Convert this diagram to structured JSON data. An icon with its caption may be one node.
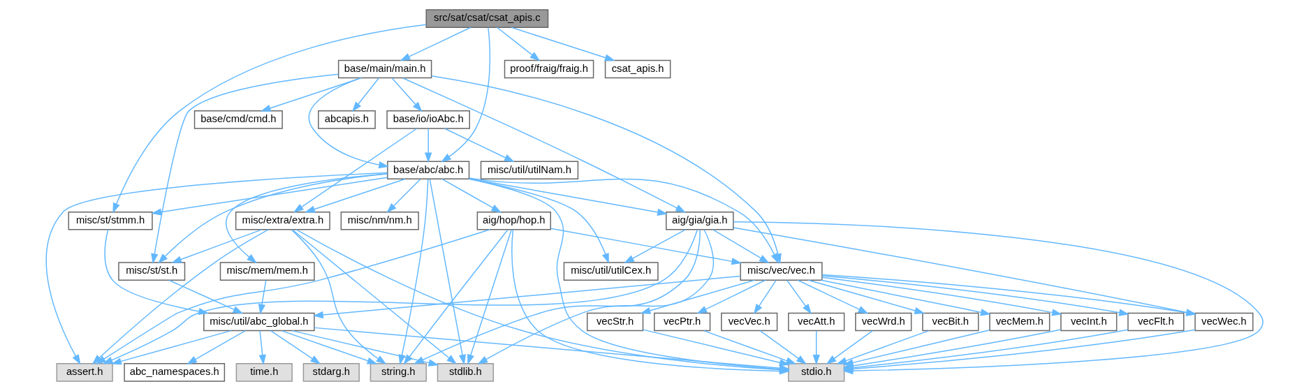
{
  "diagram": {
    "nodes": [
      {
        "text": [
          "src/sat/csat/csat_apis.c"
        ]
      },
      {
        "text": [
          "base/main/main.h"
        ]
      },
      {
        "text": [
          "proof/fraig/fraig.h"
        ]
      },
      {
        "text": [
          "csat_apis.h"
        ]
      },
      {
        "text": [
          "base/io/ioAbc.h"
        ]
      },
      {
        "text": [
          "abcapis.h"
        ]
      },
      {
        "text": [
          "base/cmd/cmd.h"
        ]
      },
      {
        "text": [
          "misc/util/utilNam.h"
        ]
      },
      {
        "text": [
          "base/abc/abc.h"
        ]
      },
      {
        "text": [
          "misc/extra/extra.h"
        ]
      },
      {
        "text": [
          "misc/nm/nm.h"
        ]
      },
      {
        "text": [
          "misc/st/stmm.h"
        ]
      },
      {
        "text": [
          "aig/hop/hop.h"
        ]
      },
      {
        "text": [
          "aig/gia/gia.h"
        ]
      },
      {
        "text": [
          "misc/st/st.h"
        ]
      },
      {
        "text": [
          "misc/mem/mem.h"
        ]
      },
      {
        "text": [
          "misc/util/utilCex.h"
        ]
      },
      {
        "text": [
          "misc/vec/vec.h"
        ]
      },
      {
        "text": [
          "misc/util/abc_global.h"
        ]
      },
      {
        "text": [
          "vecMem.h"
        ]
      },
      {
        "text": [
          "vecInt.h"
        ]
      },
      {
        "text": [
          "vecFlt.h"
        ]
      },
      {
        "text": [
          "vecStr.h"
        ]
      },
      {
        "text": [
          "vecPtr.h"
        ]
      },
      {
        "text": [
          "vecVec.h"
        ]
      },
      {
        "text": [
          "vecAtt.h"
        ]
      },
      {
        "text": [
          "vecWrd.h"
        ]
      },
      {
        "text": [
          "vecBit.h"
        ]
      },
      {
        "text": [
          "vecWec.h"
        ]
      },
      {
        "text": [
          "string.h"
        ]
      },
      {
        "text": [
          "assert.h"
        ]
      },
      {
        "text": [
          "time.h"
        ]
      },
      {
        "text": [
          "stdarg.h"
        ]
      },
      {
        "text": [
          "abc_namespaces.h"
        ]
      },
      {
        "text": [
          "stdlib.h"
        ]
      },
      {
        "text": [
          "stdio.h"
        ]
      }
    ],
    "edges": [
      {
        "from": 0,
        "to": 1,
        "arrow": "to"
      },
      {
        "from": 0,
        "to": 8,
        "arrow": "to"
      },
      {
        "from": 0,
        "to": 2,
        "arrow": "to"
      },
      {
        "from": 0,
        "to": 3,
        "arrow": "to"
      },
      {
        "from": 0,
        "to": 11,
        "arrow": "to"
      },
      {
        "from": 1,
        "to": 4,
        "arrow": "to"
      },
      {
        "from": 1,
        "to": 5,
        "arrow": "to"
      },
      {
        "from": 1,
        "to": 6,
        "arrow": "to"
      },
      {
        "from": 1,
        "to": 8,
        "arrow": "to"
      },
      {
        "from": 1,
        "to": 14,
        "arrow": "to"
      },
      {
        "from": 1,
        "to": 13,
        "arrow": "to"
      },
      {
        "from": 1,
        "to": 17,
        "arrow": "to"
      },
      {
        "from": 4,
        "to": 7,
        "arrow": "to"
      },
      {
        "from": 4,
        "to": 8,
        "arrow": "to"
      },
      {
        "from": 4,
        "to": 9,
        "arrow": "to"
      },
      {
        "from": 8,
        "to": 29,
        "arrow": "to"
      },
      {
        "from": 8,
        "to": 30,
        "arrow": "to"
      },
      {
        "from": 8,
        "to": 9,
        "arrow": "to"
      },
      {
        "from": 8,
        "to": 10,
        "arrow": "to"
      },
      {
        "from": 8,
        "to": 14,
        "arrow": "to"
      },
      {
        "from": 8,
        "to": 15,
        "arrow": "to"
      },
      {
        "from": 8,
        "to": 11,
        "arrow": "to"
      },
      {
        "from": 8,
        "to": 12,
        "arrow": "to"
      },
      {
        "from": 8,
        "to": 34,
        "arrow": "to"
      },
      {
        "from": 8,
        "to": 35,
        "arrow": "to"
      },
      {
        "from": 8,
        "to": 16,
        "arrow": "to"
      },
      {
        "from": 8,
        "to": 13,
        "arrow": "to"
      },
      {
        "from": 8,
        "to": 17,
        "arrow": "to"
      },
      {
        "from": 9,
        "to": 14,
        "arrow": "to"
      },
      {
        "from": 9,
        "to": 29,
        "arrow": "to"
      },
      {
        "from": 9,
        "to": 30,
        "arrow": "to"
      },
      {
        "from": 9,
        "to": 34,
        "arrow": "to"
      },
      {
        "from": 9,
        "to": 35,
        "arrow": "to"
      },
      {
        "from": 11,
        "to": 18,
        "arrow": "to"
      },
      {
        "from": 12,
        "to": 29,
        "arrow": "to"
      },
      {
        "from": 12,
        "to": 30,
        "arrow": "to"
      },
      {
        "from": 12,
        "to": 34,
        "arrow": "to"
      },
      {
        "from": 12,
        "to": 35,
        "arrow": "to"
      },
      {
        "from": 12,
        "to": 17,
        "arrow": "to"
      },
      {
        "from": 13,
        "to": 29,
        "arrow": "to"
      },
      {
        "from": 13,
        "to": 30,
        "arrow": "to"
      },
      {
        "from": 13,
        "to": 34,
        "arrow": "to"
      },
      {
        "from": 13,
        "to": 35,
        "arrow": "to"
      },
      {
        "from": 13,
        "to": 16,
        "arrow": "to"
      },
      {
        "from": 13,
        "to": 17,
        "arrow": "to"
      },
      {
        "from": 13,
        "to": 28,
        "arrow": "to"
      },
      {
        "from": 14,
        "to": 18,
        "arrow": "to"
      },
      {
        "from": 15,
        "to": 18,
        "arrow": "to"
      },
      {
        "from": 17,
        "to": 18,
        "arrow": "to"
      },
      {
        "from": 17,
        "to": 19,
        "arrow": "to"
      },
      {
        "from": 17,
        "to": 20,
        "arrow": "to"
      },
      {
        "from": 17,
        "to": 21,
        "arrow": "to"
      },
      {
        "from": 17,
        "to": 22,
        "arrow": "to"
      },
      {
        "from": 17,
        "to": 23,
        "arrow": "to"
      },
      {
        "from": 17,
        "to": 24,
        "arrow": "to"
      },
      {
        "from": 17,
        "to": 25,
        "arrow": "to"
      },
      {
        "from": 17,
        "to": 26,
        "arrow": "to"
      },
      {
        "from": 17,
        "to": 27,
        "arrow": "to"
      },
      {
        "from": 17,
        "to": 28,
        "arrow": "to"
      },
      {
        "from": 18,
        "to": 29,
        "arrow": "to"
      },
      {
        "from": 18,
        "to": 30,
        "arrow": "to"
      },
      {
        "from": 18,
        "to": 31,
        "arrow": "to"
      },
      {
        "from": 18,
        "to": 32,
        "arrow": "to"
      },
      {
        "from": 18,
        "to": 33,
        "arrow": "to"
      },
      {
        "from": 18,
        "to": 34,
        "arrow": "to"
      },
      {
        "from": 18,
        "to": 35,
        "arrow": "to"
      },
      {
        "from": 19,
        "to": 35,
        "arrow": "to"
      },
      {
        "from": 20,
        "to": 35,
        "arrow": "to"
      },
      {
        "from": 21,
        "to": 35,
        "arrow": "to"
      },
      {
        "from": 22,
        "to": 35,
        "arrow": "to"
      },
      {
        "from": 23,
        "to": 35,
        "arrow": "to"
      },
      {
        "from": 24,
        "to": 35,
        "arrow": "to"
      },
      {
        "from": 25,
        "to": 35,
        "arrow": "to"
      },
      {
        "from": 26,
        "to": 35,
        "arrow": "to"
      },
      {
        "from": 27,
        "to": 35,
        "arrow": "to"
      },
      {
        "from": 28,
        "to": 35,
        "arrow": "to"
      }
    ]
  }
}
